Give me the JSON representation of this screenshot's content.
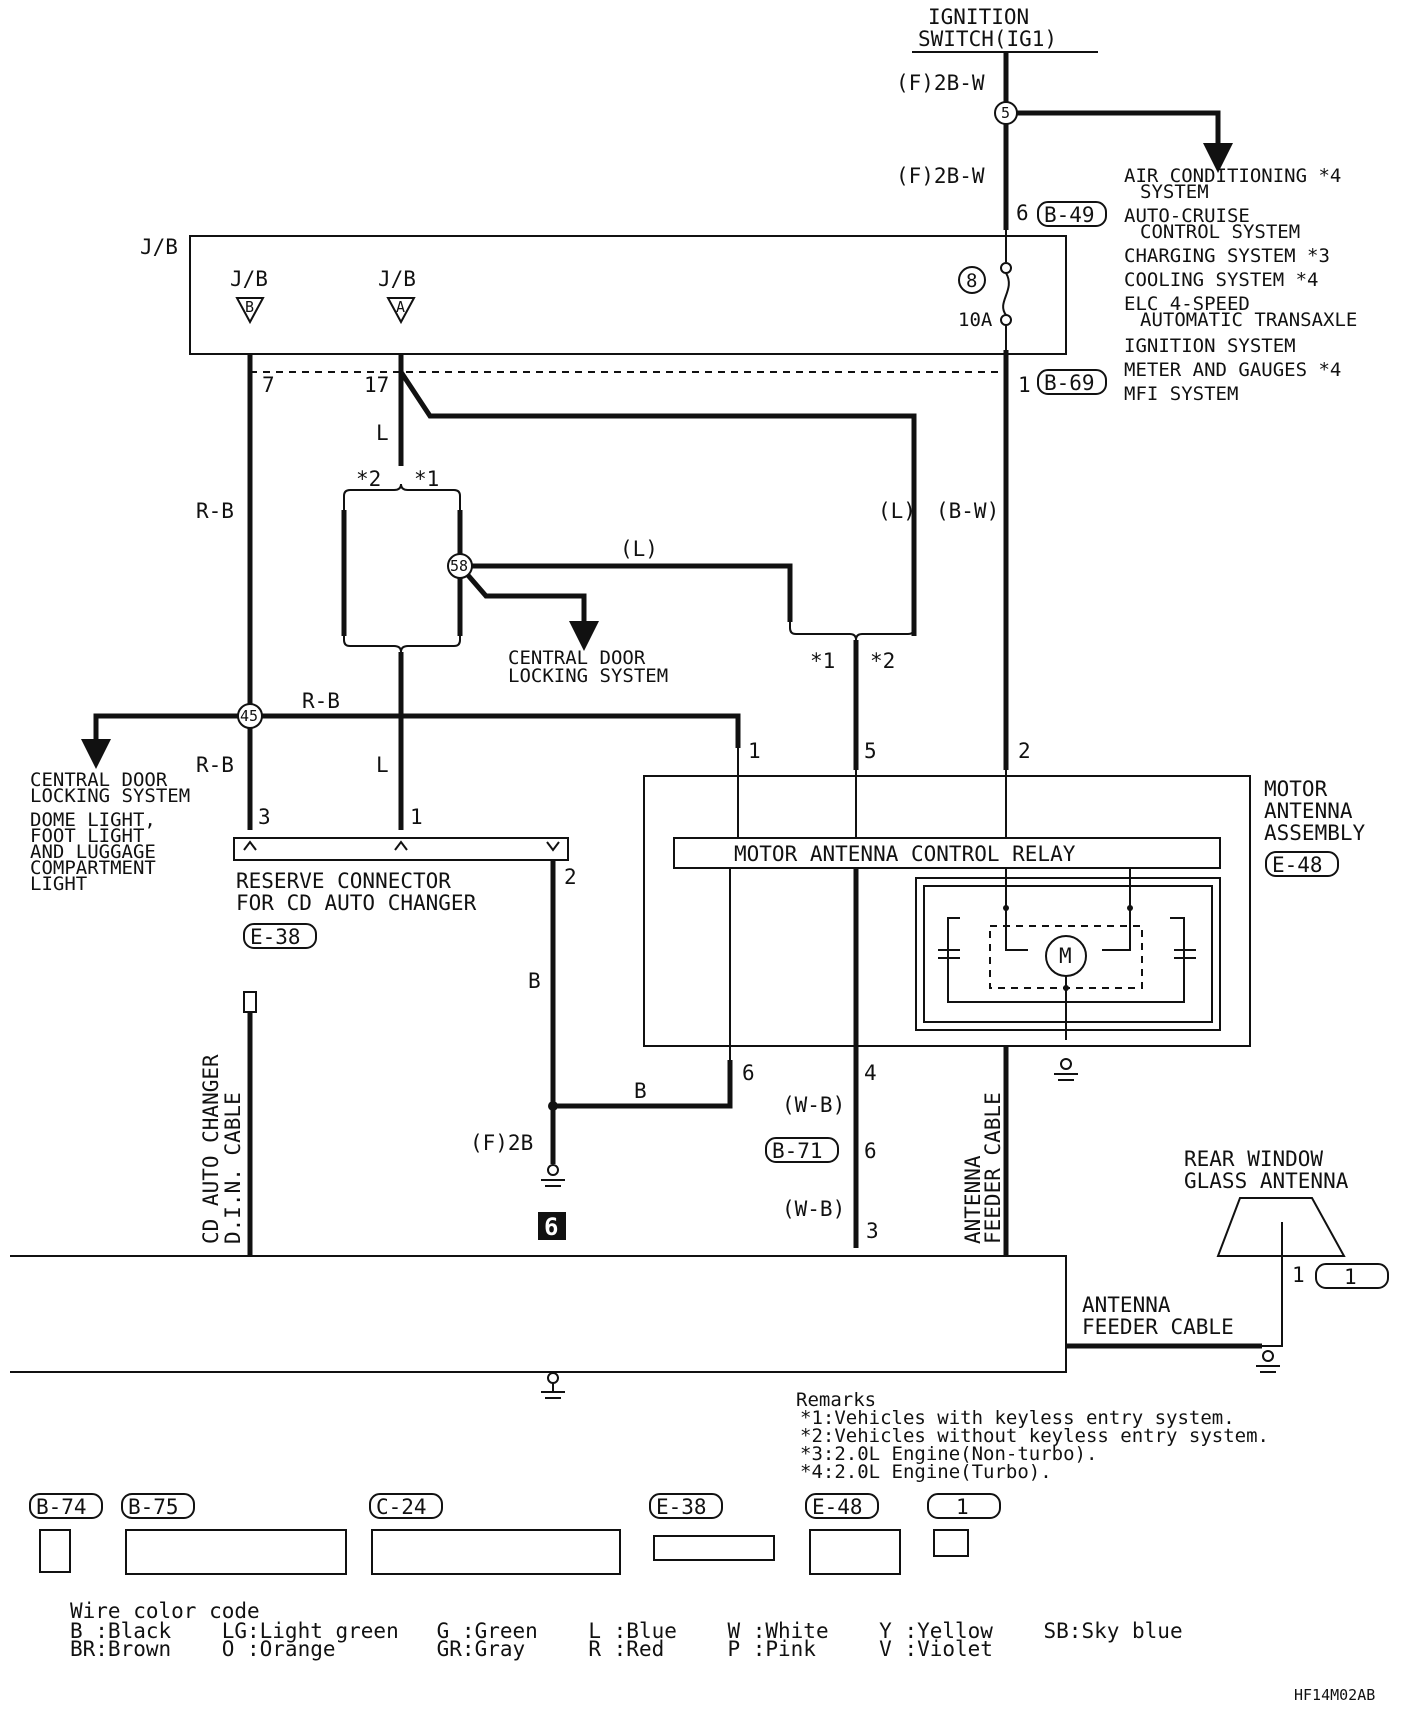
{
  "ignition": {
    "line1": "IGNITION",
    "line2": "SWITCH(IG1)"
  },
  "wire_top1": "(F)2B-W",
  "wire_top2": "(F)2B-W",
  "junction_5": "5",
  "jb_label": "J/B",
  "jb_b": {
    "label": "J/B",
    "letter": "B"
  },
  "jb_a": {
    "label": "J/B",
    "letter": "A"
  },
  "fuse": {
    "number": "8",
    "rating": "10A"
  },
  "pin_b49": "6",
  "conn_b49": "B-49",
  "pin_b69": "1",
  "conn_b69": "B-69",
  "pin_7": "7",
  "pin_17": "17",
  "systems_right": [
    "AIR CONDITIONING *4",
    "SYSTEM",
    "AUTO-CRUISE",
    "CONTROL SYSTEM",
    "CHARGING SYSTEM *3",
    "COOLING SYSTEM *4",
    "ELC 4-SPEED",
    "AUTOMATIC TRANSAXLE",
    "IGNITION SYSTEM",
    "METER AND GAUGES *4",
    "MFI SYSTEM"
  ],
  "wires": {
    "rb1": "R-B",
    "rb2": "R-B",
    "rb3": "R-B",
    "l1": "L",
    "l2": "L",
    "l_paren1": "(L)",
    "l_paren2": "(L)",
    "bw": "(B-W)",
    "b1": "B",
    "b2": "B",
    "wb1": "(W-B)",
    "wb2": "(W-B)",
    "f2b": "(F)2B"
  },
  "star_left": {
    "a": "*2",
    "b": "*1"
  },
  "star_mid": {
    "a": "*1",
    "b": "*2"
  },
  "junction_58": "58",
  "junction_45": "45",
  "central_door": {
    "line1": "CENTRAL DOOR",
    "line2": "LOCKING SYSTEM"
  },
  "left_systems": [
    "CENTRAL DOOR",
    "LOCKING SYSTEM",
    "DOME LIGHT,",
    "FOOT LIGHT",
    "AND LUGGAGE",
    "COMPARTMENT",
    "LIGHT"
  ],
  "reserve": {
    "line1": "RESERVE CONNECTOR",
    "line2": "FOR CD AUTO CHANGER",
    "conn": "E-38",
    "pin3": "3",
    "pin1": "1",
    "pin2": "2"
  },
  "motor": {
    "line1": "MOTOR",
    "line2": "ANTENNA",
    "line3": "ASSEMBLY",
    "conn": "E-48",
    "relay": "MOTOR ANTENNA CONTROL RELAY",
    "m": "M",
    "p1": "1",
    "p5": "5",
    "p2": "2",
    "p6": "6",
    "p4": "4"
  },
  "conn_b71": "B-71",
  "pin_b71": "6",
  "pin_3": "3",
  "ground_6": "6",
  "cd_cable": {
    "line1": "CD AUTO CHANGER",
    "line2": "D.I.N. CABLE"
  },
  "feeder_vertical": {
    "line1": "ANTENNA",
    "line2": "FEEDER CABLE"
  },
  "feeder_horizontal": {
    "line1": "ANTENNA",
    "line2": "FEEDER CABLE"
  },
  "rear_window": {
    "line1": "REAR WINDOW",
    "line2": "GLASS ANTENNA",
    "pin": "1",
    "conn": "1"
  },
  "remarks": {
    "title": "Remarks",
    "items": [
      "*1:Vehicles with keyless entry system.",
      "*2:Vehicles without keyless entry system.",
      "*3:2.0L Engine(Non-turbo).",
      "*4:2.0L Engine(Turbo)."
    ]
  },
  "connectors": [
    {
      "name": "B-74"
    },
    {
      "name": "B-75"
    },
    {
      "name": "C-24"
    },
    {
      "name": "E-38"
    },
    {
      "name": "E-48"
    },
    {
      "name": "1"
    }
  ],
  "legend": {
    "title": "Wire color code",
    "rows": [
      "B :Black    LG:Light green   G :Green    L :Blue    W :White    Y :Yellow    SB:Sky blue",
      "BR:Brown    O :Orange        GR:Gray     R :Red     P :Pink     V :Violet"
    ]
  },
  "code": "HF14M02AB"
}
